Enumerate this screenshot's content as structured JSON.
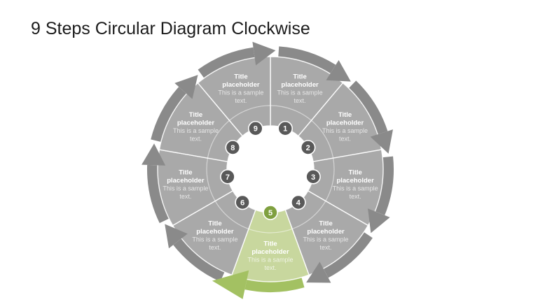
{
  "title": "9 Steps Circular Diagram Clockwise",
  "diagram": {
    "type": "circular-steps",
    "direction": "clockwise",
    "step_count": 9,
    "steps": [
      {
        "number": "1",
        "title_lines": [
          "Title",
          "placeholder"
        ],
        "text_lines": [
          "This is a sample",
          "text."
        ],
        "highlighted": false
      },
      {
        "number": "2",
        "title_lines": [
          "Title",
          "placeholder"
        ],
        "text_lines": [
          "This is a sample",
          "text."
        ],
        "highlighted": false
      },
      {
        "number": "3",
        "title_lines": [
          "Title",
          "placeholder"
        ],
        "text_lines": [
          "This is a sample",
          "text."
        ],
        "highlighted": false
      },
      {
        "number": "4",
        "title_lines": [
          "Title",
          "placeholder"
        ],
        "text_lines": [
          "This is a sample",
          "text."
        ],
        "highlighted": false
      },
      {
        "number": "5",
        "title_lines": [
          "Title",
          "placeholder"
        ],
        "text_lines": [
          "This is a sample",
          "text."
        ],
        "highlighted": true
      },
      {
        "number": "6",
        "title_lines": [
          "Title",
          "placeholder"
        ],
        "text_lines": [
          "This is a sample",
          "text."
        ],
        "highlighted": false
      },
      {
        "number": "7",
        "title_lines": [
          "Title",
          "placeholder"
        ],
        "text_lines": [
          "This is a sample",
          "text."
        ],
        "highlighted": false
      },
      {
        "number": "8",
        "title_lines": [
          "Title",
          "placeholder"
        ],
        "text_lines": [
          "This is a sample",
          "text."
        ],
        "highlighted": false
      },
      {
        "number": "9",
        "title_lines": [
          "Title",
          "placeholder"
        ],
        "text_lines": [
          "This is a sample",
          "text."
        ],
        "highlighted": false
      }
    ]
  },
  "colors": {
    "background": "#ffffff",
    "slide_title": "#1c1c1c",
    "segment": "#a9a9a9",
    "segment_highlight": "#c8d79e",
    "arrow": "#8a8a8a",
    "arrow_highlight": "#a3c162",
    "number_circle": "#595959",
    "number_circle_highlight": "#7fa03f",
    "label_title": "#ffffff",
    "label_body": "#ffffff",
    "separator": "#ffffff"
  }
}
